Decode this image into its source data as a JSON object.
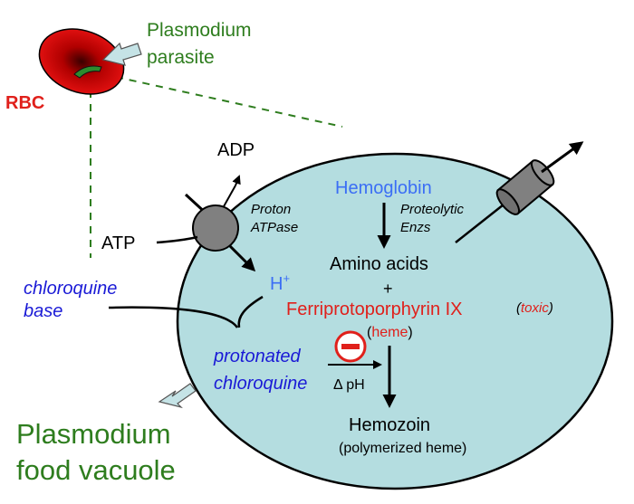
{
  "labels": {
    "parasite": [
      "Plasmodium",
      "parasite"
    ],
    "rbc": "RBC",
    "adp": "ADP",
    "atp": "ATP",
    "proton_atpase": [
      "Proton",
      "ATPase"
    ],
    "hemoglobin": "Hemoglobin",
    "proteolytic": [
      "Proteolytic",
      "Enzs"
    ],
    "amino_acids": "Amino acids",
    "plus": "+",
    "hplus": "H",
    "hplus_sup": "+",
    "chloroquine_base": [
      "chloroquine",
      "base"
    ],
    "ferri": "Ferriprotoporphyrin IX",
    "toxic": "toxic",
    "heme": "heme",
    "protonated": [
      "protonated",
      "chloroquine"
    ],
    "dph": "Δ pH",
    "hemozoin": "Hemozoin",
    "polymerized": "(polymerized heme)",
    "food_vacuole": [
      "Plasmodium",
      "food vacuole"
    ]
  },
  "colors": {
    "vacuole_fill": "#b4dde0",
    "green_text": "#2e7d1e",
    "blue_text": "#3b6ef5",
    "dark_blue": "#1a1ad6",
    "red": "#e0201b",
    "gray": "#808080",
    "light_arrow": "#c5e3e6"
  }
}
